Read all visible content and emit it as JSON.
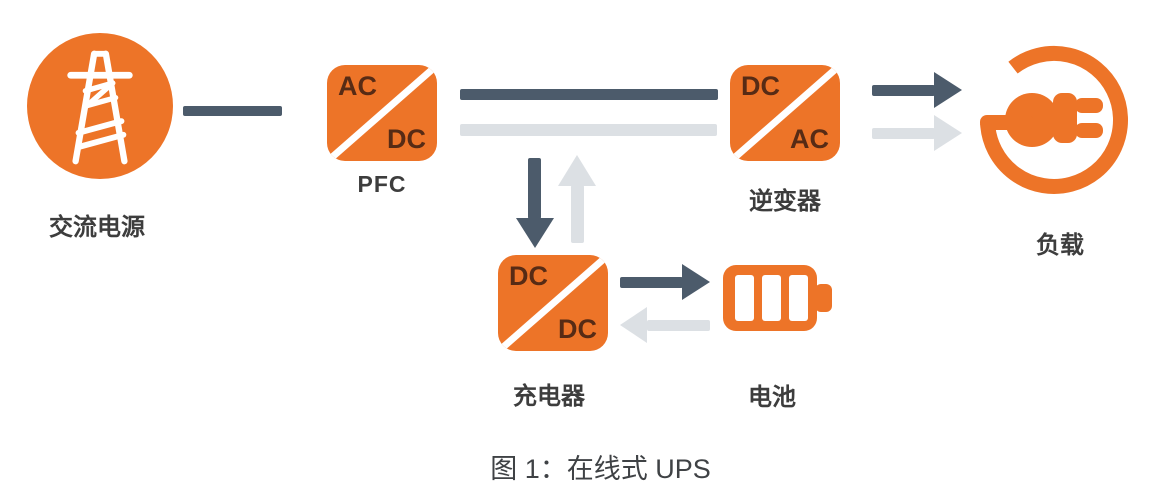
{
  "figure_caption": "图 1：在线式 UPS",
  "colors": {
    "orange": "#ED7428",
    "dark": "#4C5B6B",
    "light": "#DCE0E4",
    "label": "#3D3D3D",
    "box_text": "#572B15",
    "caption": "#3F4245",
    "background": "#FFFFFF"
  },
  "nodes": {
    "ac_source": {
      "label": "交流电源",
      "icon": "power-tower"
    },
    "pfc": {
      "input": "AC",
      "output": "DC",
      "label": "PFC"
    },
    "inverter": {
      "input": "DC",
      "output": "AC",
      "label": "逆变器"
    },
    "load": {
      "label": "负载",
      "icon": "power-plug"
    },
    "charger": {
      "input": "DC",
      "output": "DC",
      "label": "充电器"
    },
    "battery": {
      "label": "电池",
      "icon": "battery"
    }
  },
  "flows": [
    {
      "from": "ac_source",
      "to": "pfc",
      "style": "dark"
    },
    {
      "from": "pfc",
      "to": "inverter",
      "style": "dark"
    },
    {
      "from": "pfc",
      "to": "charger",
      "style": "dark"
    },
    {
      "from": "charger",
      "to": "battery",
      "style": "dark"
    },
    {
      "from": "inverter",
      "to": "load",
      "style": "dark"
    },
    {
      "from": "battery",
      "to": "charger",
      "style": "light"
    },
    {
      "from": "charger",
      "to": "inverter",
      "style": "light"
    },
    {
      "from": "inverter",
      "to": "load",
      "style": "light"
    }
  ]
}
